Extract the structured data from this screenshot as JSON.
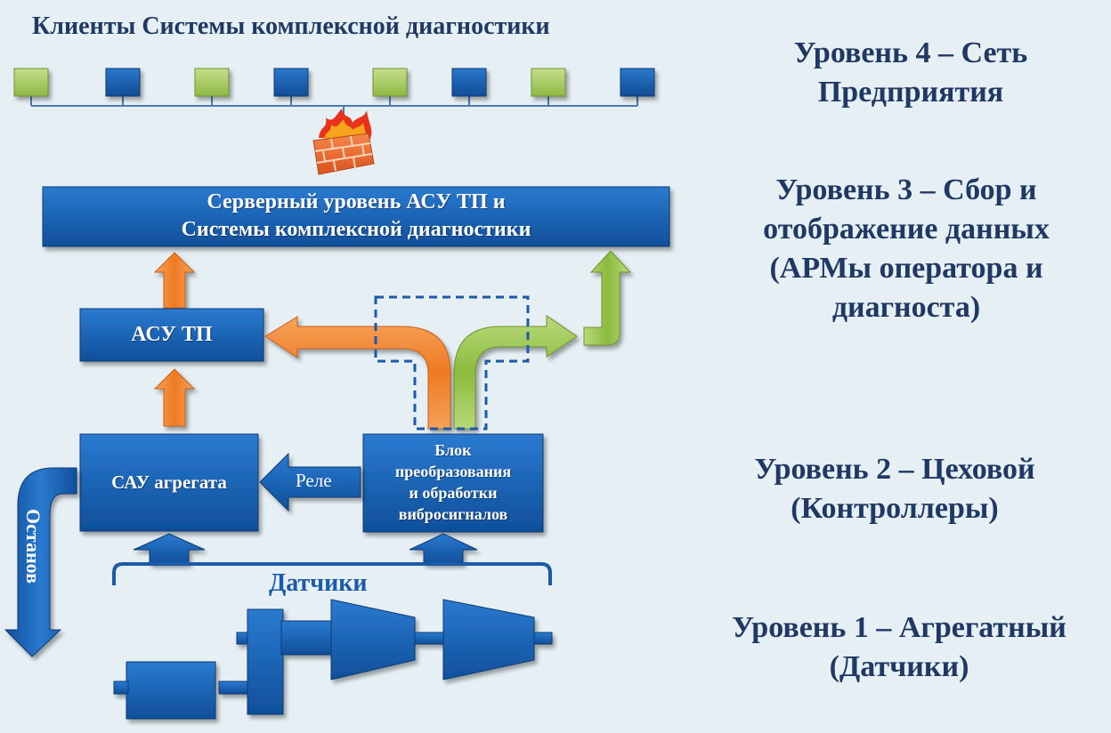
{
  "header": {
    "title": "Клиенты Системы комплексной диагностики"
  },
  "levels": {
    "level4": {
      "line1": "Уровень 4 – Сеть",
      "line2": "Предприятия"
    },
    "level3": {
      "line1": "Уровень 3 – Сбор и",
      "line2": "отображение данных",
      "line3": "(АРМы оператора и",
      "line4": "диагноста)"
    },
    "level2": {
      "line1": "Уровень 2 – Цеховой",
      "line2": "(Контроллеры)"
    },
    "level1": {
      "line1": "Уровень 1 – Агрегатный",
      "line2": "(Датчики)"
    }
  },
  "boxes": {
    "server": {
      "line1": "Серверный уровень АСУ ТП и",
      "line2": "Системы комплексной диагностики"
    },
    "asu": {
      "label": "АСУ ТП"
    },
    "sau": {
      "label": "САУ агрегата"
    },
    "block": {
      "line1": "Блок",
      "line2": "преобразования",
      "line3": "и обработки",
      "line4": "вибросигналов"
    }
  },
  "labels": {
    "relay": "Реле",
    "sensors": "Датчики",
    "shutdown": "Останов"
  },
  "client_nodes": [
    "green",
    "blue",
    "green",
    "blue",
    "green",
    "blue",
    "green",
    "blue"
  ],
  "colors": {
    "box_blue": "#1660b4",
    "node_green": "#a8cc5a",
    "node_blue": "#1a5fb0",
    "arrow_orange": "#f7913a",
    "arrow_green": "#93c047",
    "text_navy": "#1f3864"
  }
}
